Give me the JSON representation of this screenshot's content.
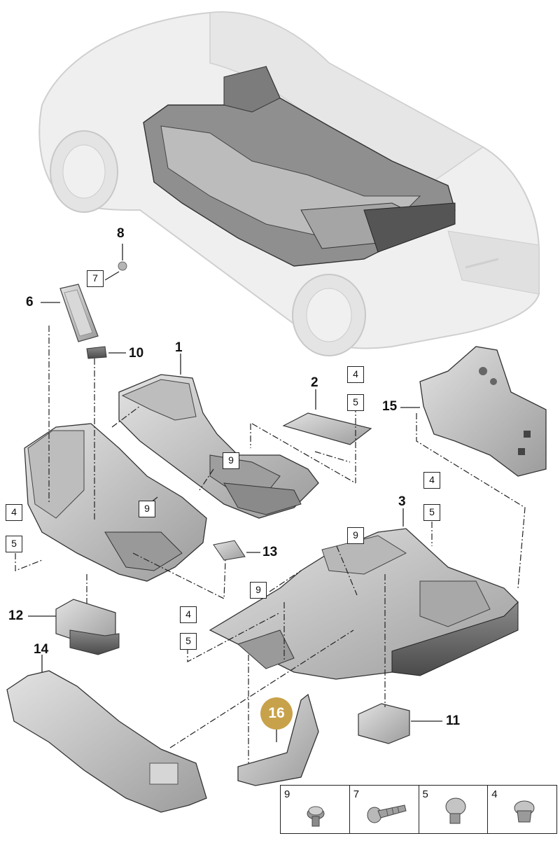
{
  "parts": {
    "p1": "1",
    "p2": "2",
    "p3": "3",
    "p6": "6",
    "p8": "8",
    "p10": "10",
    "p11": "11",
    "p12": "12",
    "p13": "13",
    "p14": "14",
    "p15": "15",
    "p16": "16"
  },
  "boxes": {
    "b7": "7",
    "b4_left": "4",
    "b5_left": "5",
    "b9_center": "9",
    "b9_left": "9",
    "b4_top": "4",
    "b5_top": "5",
    "b4_right": "4",
    "b5_right": "5",
    "b9_right_top": "9",
    "b9_right_mid": "9",
    "b4_bottom": "4",
    "b5_bottom": "5"
  },
  "legend": [
    {
      "label": "9",
      "icon": "clip-icon"
    },
    {
      "label": "7",
      "icon": "screw-icon"
    },
    {
      "label": "5",
      "icon": "washer-nut-icon"
    },
    {
      "label": "4",
      "icon": "expanding-nut-icon"
    }
  ],
  "colors": {
    "highlight": "#c8a24a",
    "part_fill": "#c9c9c9",
    "car_fill": "#ececec"
  }
}
